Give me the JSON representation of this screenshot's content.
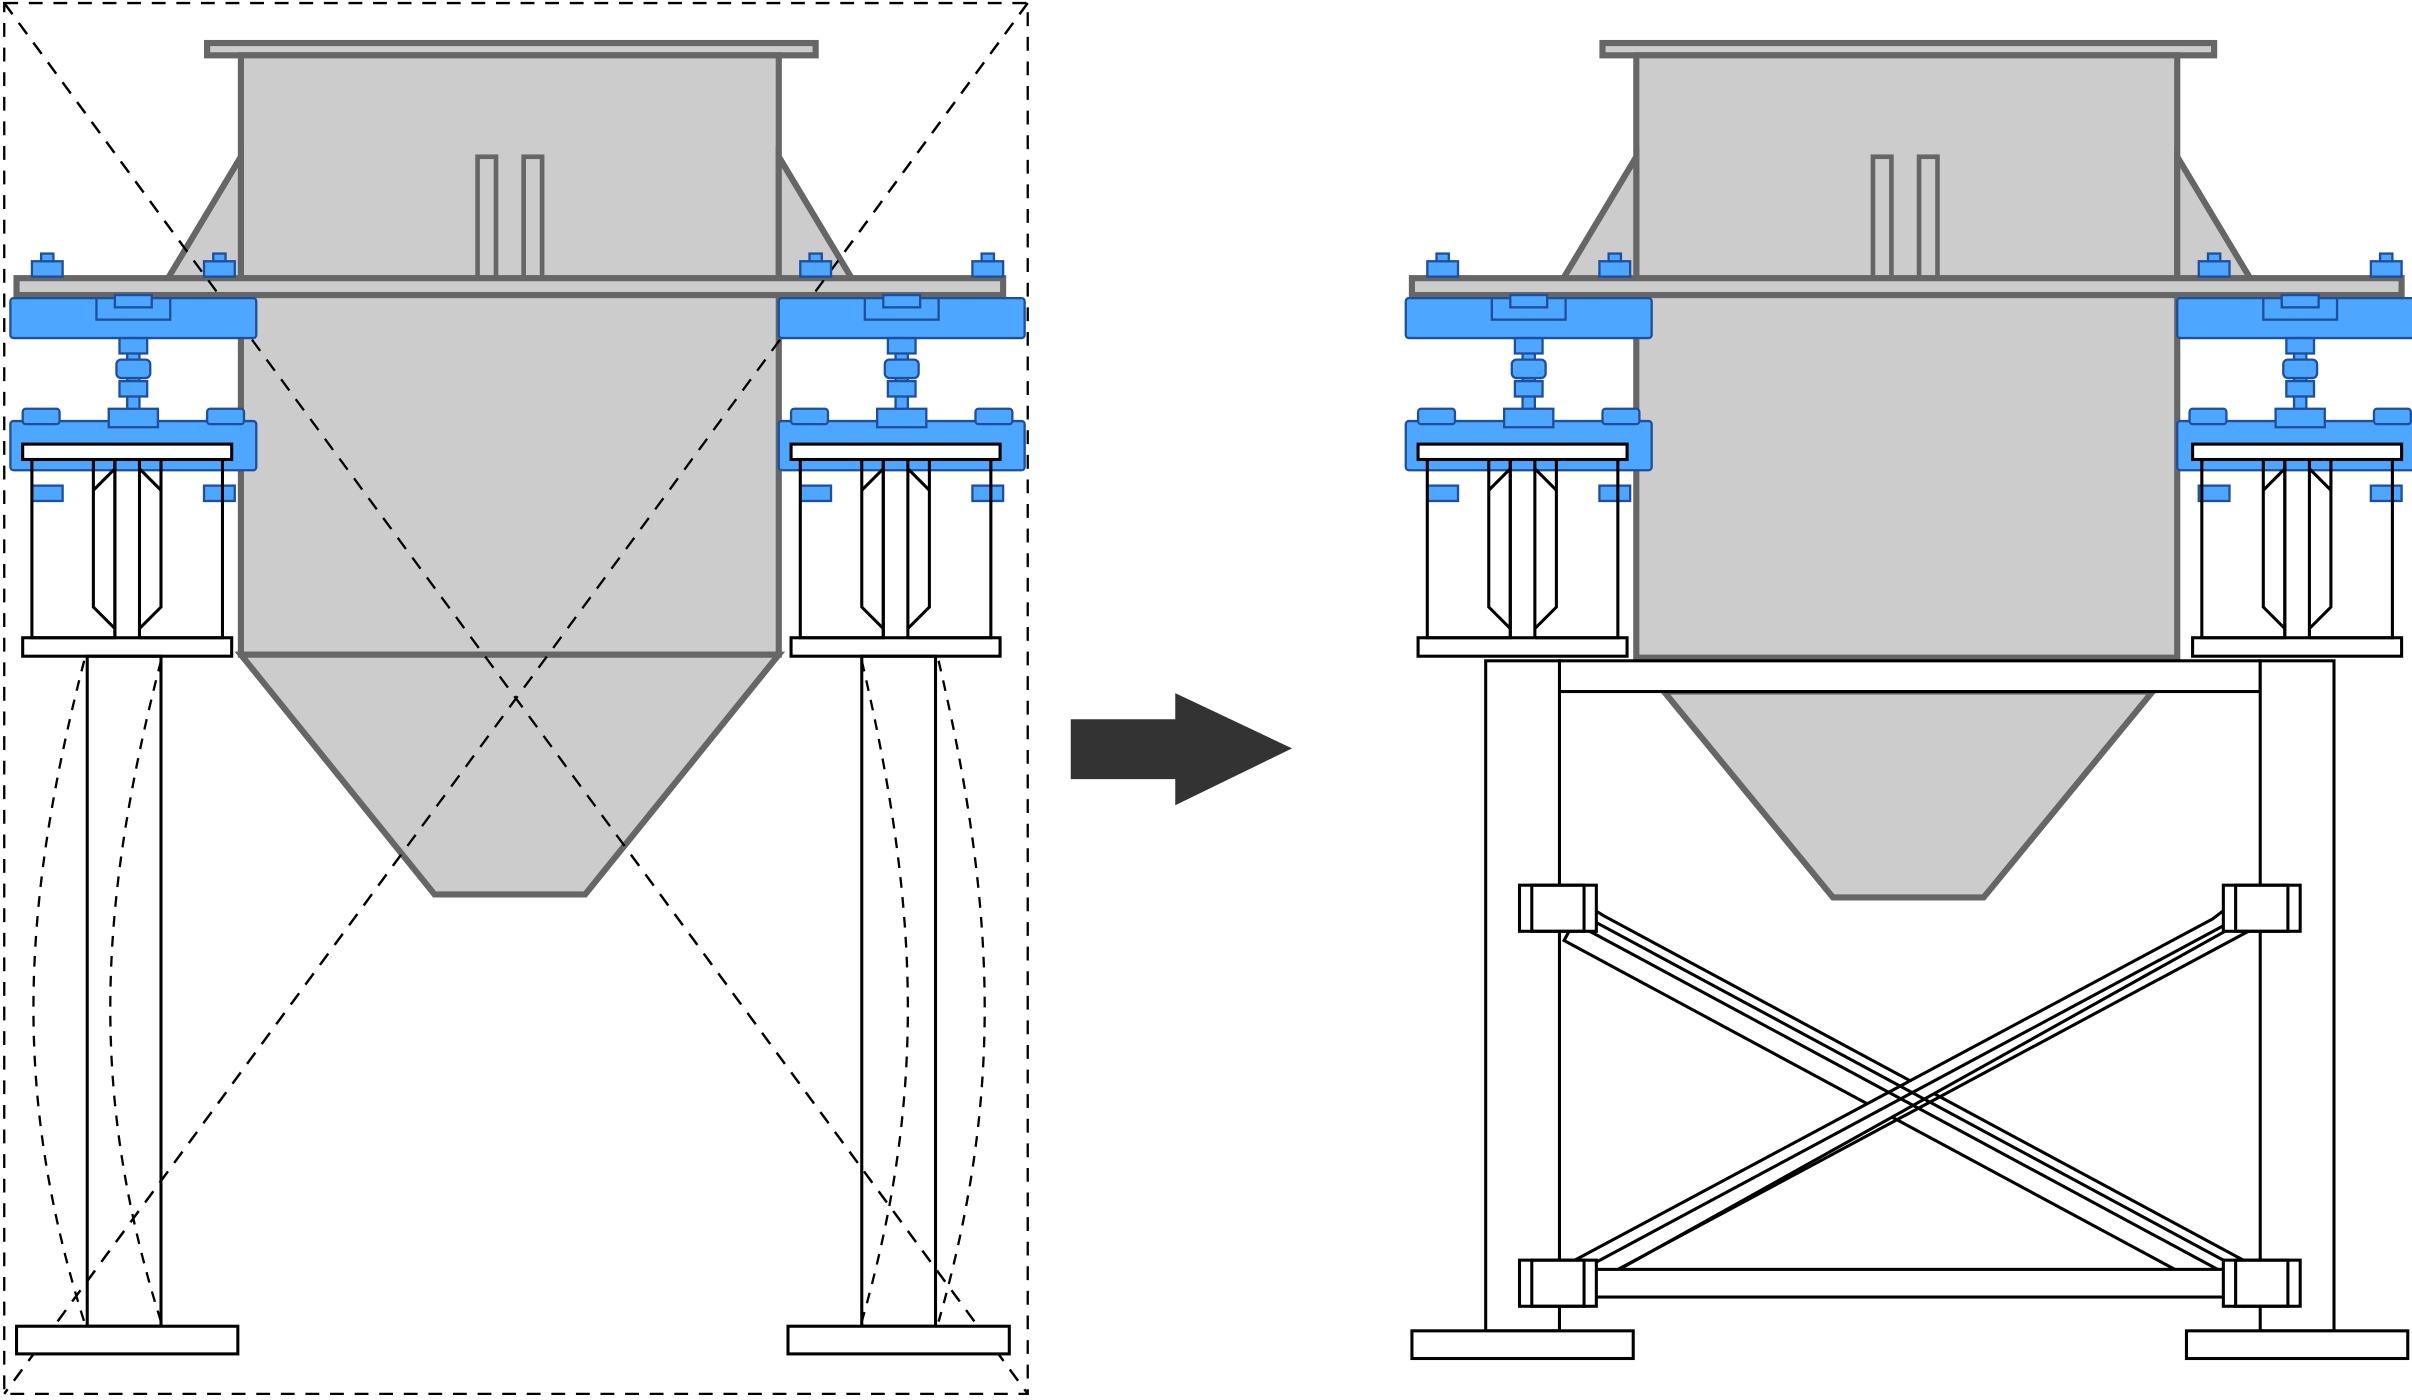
{
  "diagram": {
    "panels": [
      {
        "id": "before",
        "state": "unbraced",
        "deflection": "buckling-shown"
      },
      {
        "id": "after",
        "state": "braced",
        "bracing": "x-cross"
      }
    ],
    "arrow_direction": "right",
    "icons": [
      "hopper-icon",
      "isolator-icon",
      "i-beam-icon",
      "arrow-right-icon"
    ],
    "colors": {
      "hopper_fill": "#cccccc",
      "hopper_stroke": "#666666",
      "isolator_fill": "#4da6ff",
      "isolator_stroke": "#1f4f9c",
      "frame_stroke": "#000000",
      "arrow_fill": "#333333",
      "background": "#ffffff"
    }
  }
}
